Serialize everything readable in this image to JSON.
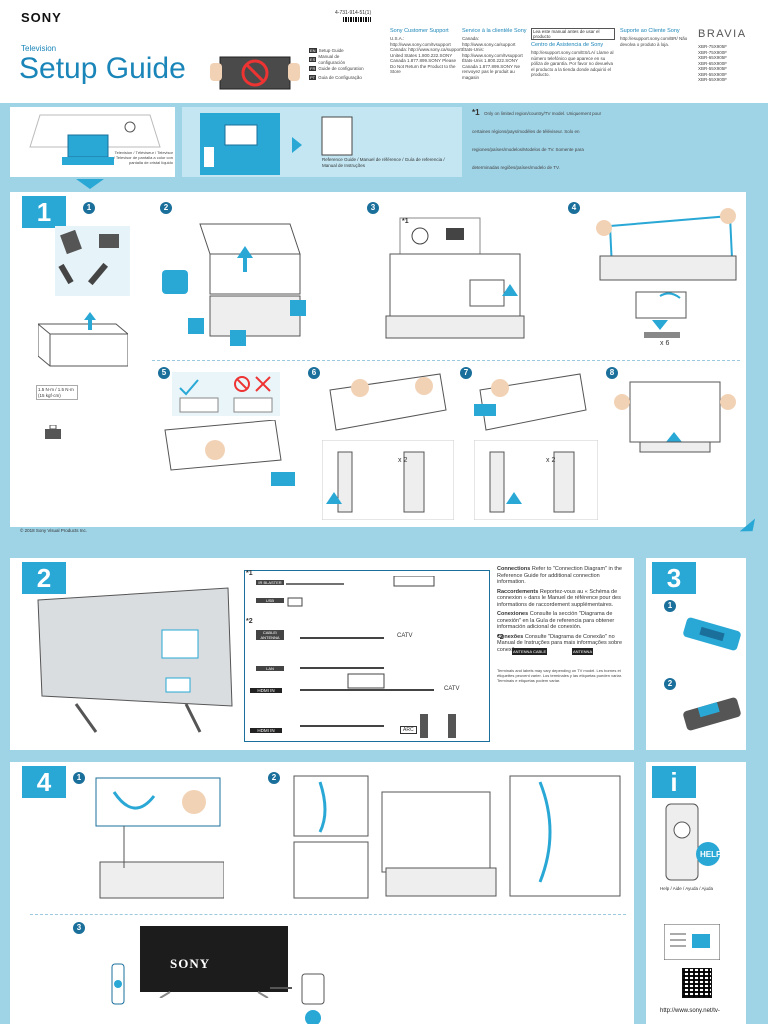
{
  "brand": "SONY",
  "bravia": "BRAVIA",
  "doc_code": "4-731-914-51(1)",
  "subtitle": "Television",
  "title": "Setup Guide",
  "manuals": [
    {
      "code": "EN",
      "label": "Setup Guide"
    },
    {
      "code": "ES",
      "label": "Manual de configuración"
    },
    {
      "code": "FR",
      "label": "Guide de configuration"
    },
    {
      "code": "PT",
      "label": "Guia de Configuração"
    }
  ],
  "support": [
    {
      "head": "Sony Customer Support",
      "body": "U.S.A.: http://www.sony.com/tvsupport  Canada: http://www.sony.ca/support  United States 1.800.222.SONY  Canada 1.877.899.SONY  Please Do Not Return the Product to the Store"
    },
    {
      "head": "Service à la clientèle Sony",
      "body": "Canada: http://www.sony.ca/support  États-Unis: http://www.sony.com/tvsupport  États-Unis 1.800.222.SONY  Canada 1.877.899.SONY  Ne renvoyez pas le produit au magasin"
    },
    {
      "head": "Centro de Asistencia de Sony",
      "body": "http://esupport.sony.com/ES/LA/  Llame al número telefónico que aparece en su póliza de garantía. Por favor no devuelva el producto a la tienda donde adquirió el producto."
    },
    {
      "head": "Suporte ao Cliente Sony",
      "body": "http://esupport.sony.com/BR/  Não devolva o produto à loja."
    }
  ],
  "read_notice": "Lea este manual antes de usar el producto",
  "models": [
    "XBR-75X905F",
    "XBR-75X900F",
    "XBR-65X905F",
    "XBR-65X900F",
    "XBR-55X905F",
    "XBR-55X900F",
    "XBR-55X900F"
  ],
  "star1_note": "Only on limited region/country/TV model. Uniquement pour certaines régions/pays/modèles de téléviseur. Solo en regiones/países/modelos/Modelos de TV. Somente para determinadas regiões/países/modelo de TV.",
  "tv_caption": "Television / Téléviseur / Televisor / Televisor de pantalla a color con pantalla de cristal líquido",
  "ref_caption": "Reference Guide / Manuel de référence / Guía de referencia / Manual de Instruções",
  "copyright": "© 2018 Sony Visual Products Inc.",
  "steps": {
    "s1": "1",
    "s2": "2",
    "s3": "3",
    "s4": "4",
    "info": "i"
  },
  "substeps": [
    "1",
    "2",
    "3",
    "4",
    "5",
    "6",
    "7",
    "8"
  ],
  "screw_spec": "1.5 N·m / 1.5 N·m (15 kgf·cm)",
  "times6": "x 6",
  "times2": "x 2",
  "step2_text": [
    {
      "head": "Connections",
      "body": "Refer to \"Connection Diagram\" in the Reference Guide for additional connection information."
    },
    {
      "head": "Raccordements",
      "body": "Reportez-vous au « Schéma de connexion » dans le Manuel de référence pour des informations de raccordement supplémentaires."
    },
    {
      "head": "Conexiones",
      "body": "Consulte la sección \"Diagrama de conexión\" en la Guía de referencia para obtener información adicional de conexión."
    },
    {
      "head": "Conexões",
      "body": "Consulte \"Diagrama de Conexão\" no Manual de Instruções para mais informações sobre conexões."
    }
  ],
  "antenna_labels": [
    "ANTENNA",
    "CABLE",
    "ANTENNA"
  ],
  "antenna_note": "Terminals and labels may vary depending on TV model. Les bornes et étiquettes peuvent varier. Los terminales y las etiquetas pueden variar. Terminais e etiquetas podem variar.",
  "port_labels": {
    "ir": "IR BLASTER",
    "usb": "USB",
    "cable": "CABLE/ ANTENNA",
    "lan": "LAN",
    "hdmi": "HDMI IN",
    "arc": "ARC",
    "catv": "CATV"
  },
  "help_label": "HELP",
  "help_caption": "Help / Aide / Ayuda / Ajuda",
  "url": "http://www.sony.net/tv-"
}
